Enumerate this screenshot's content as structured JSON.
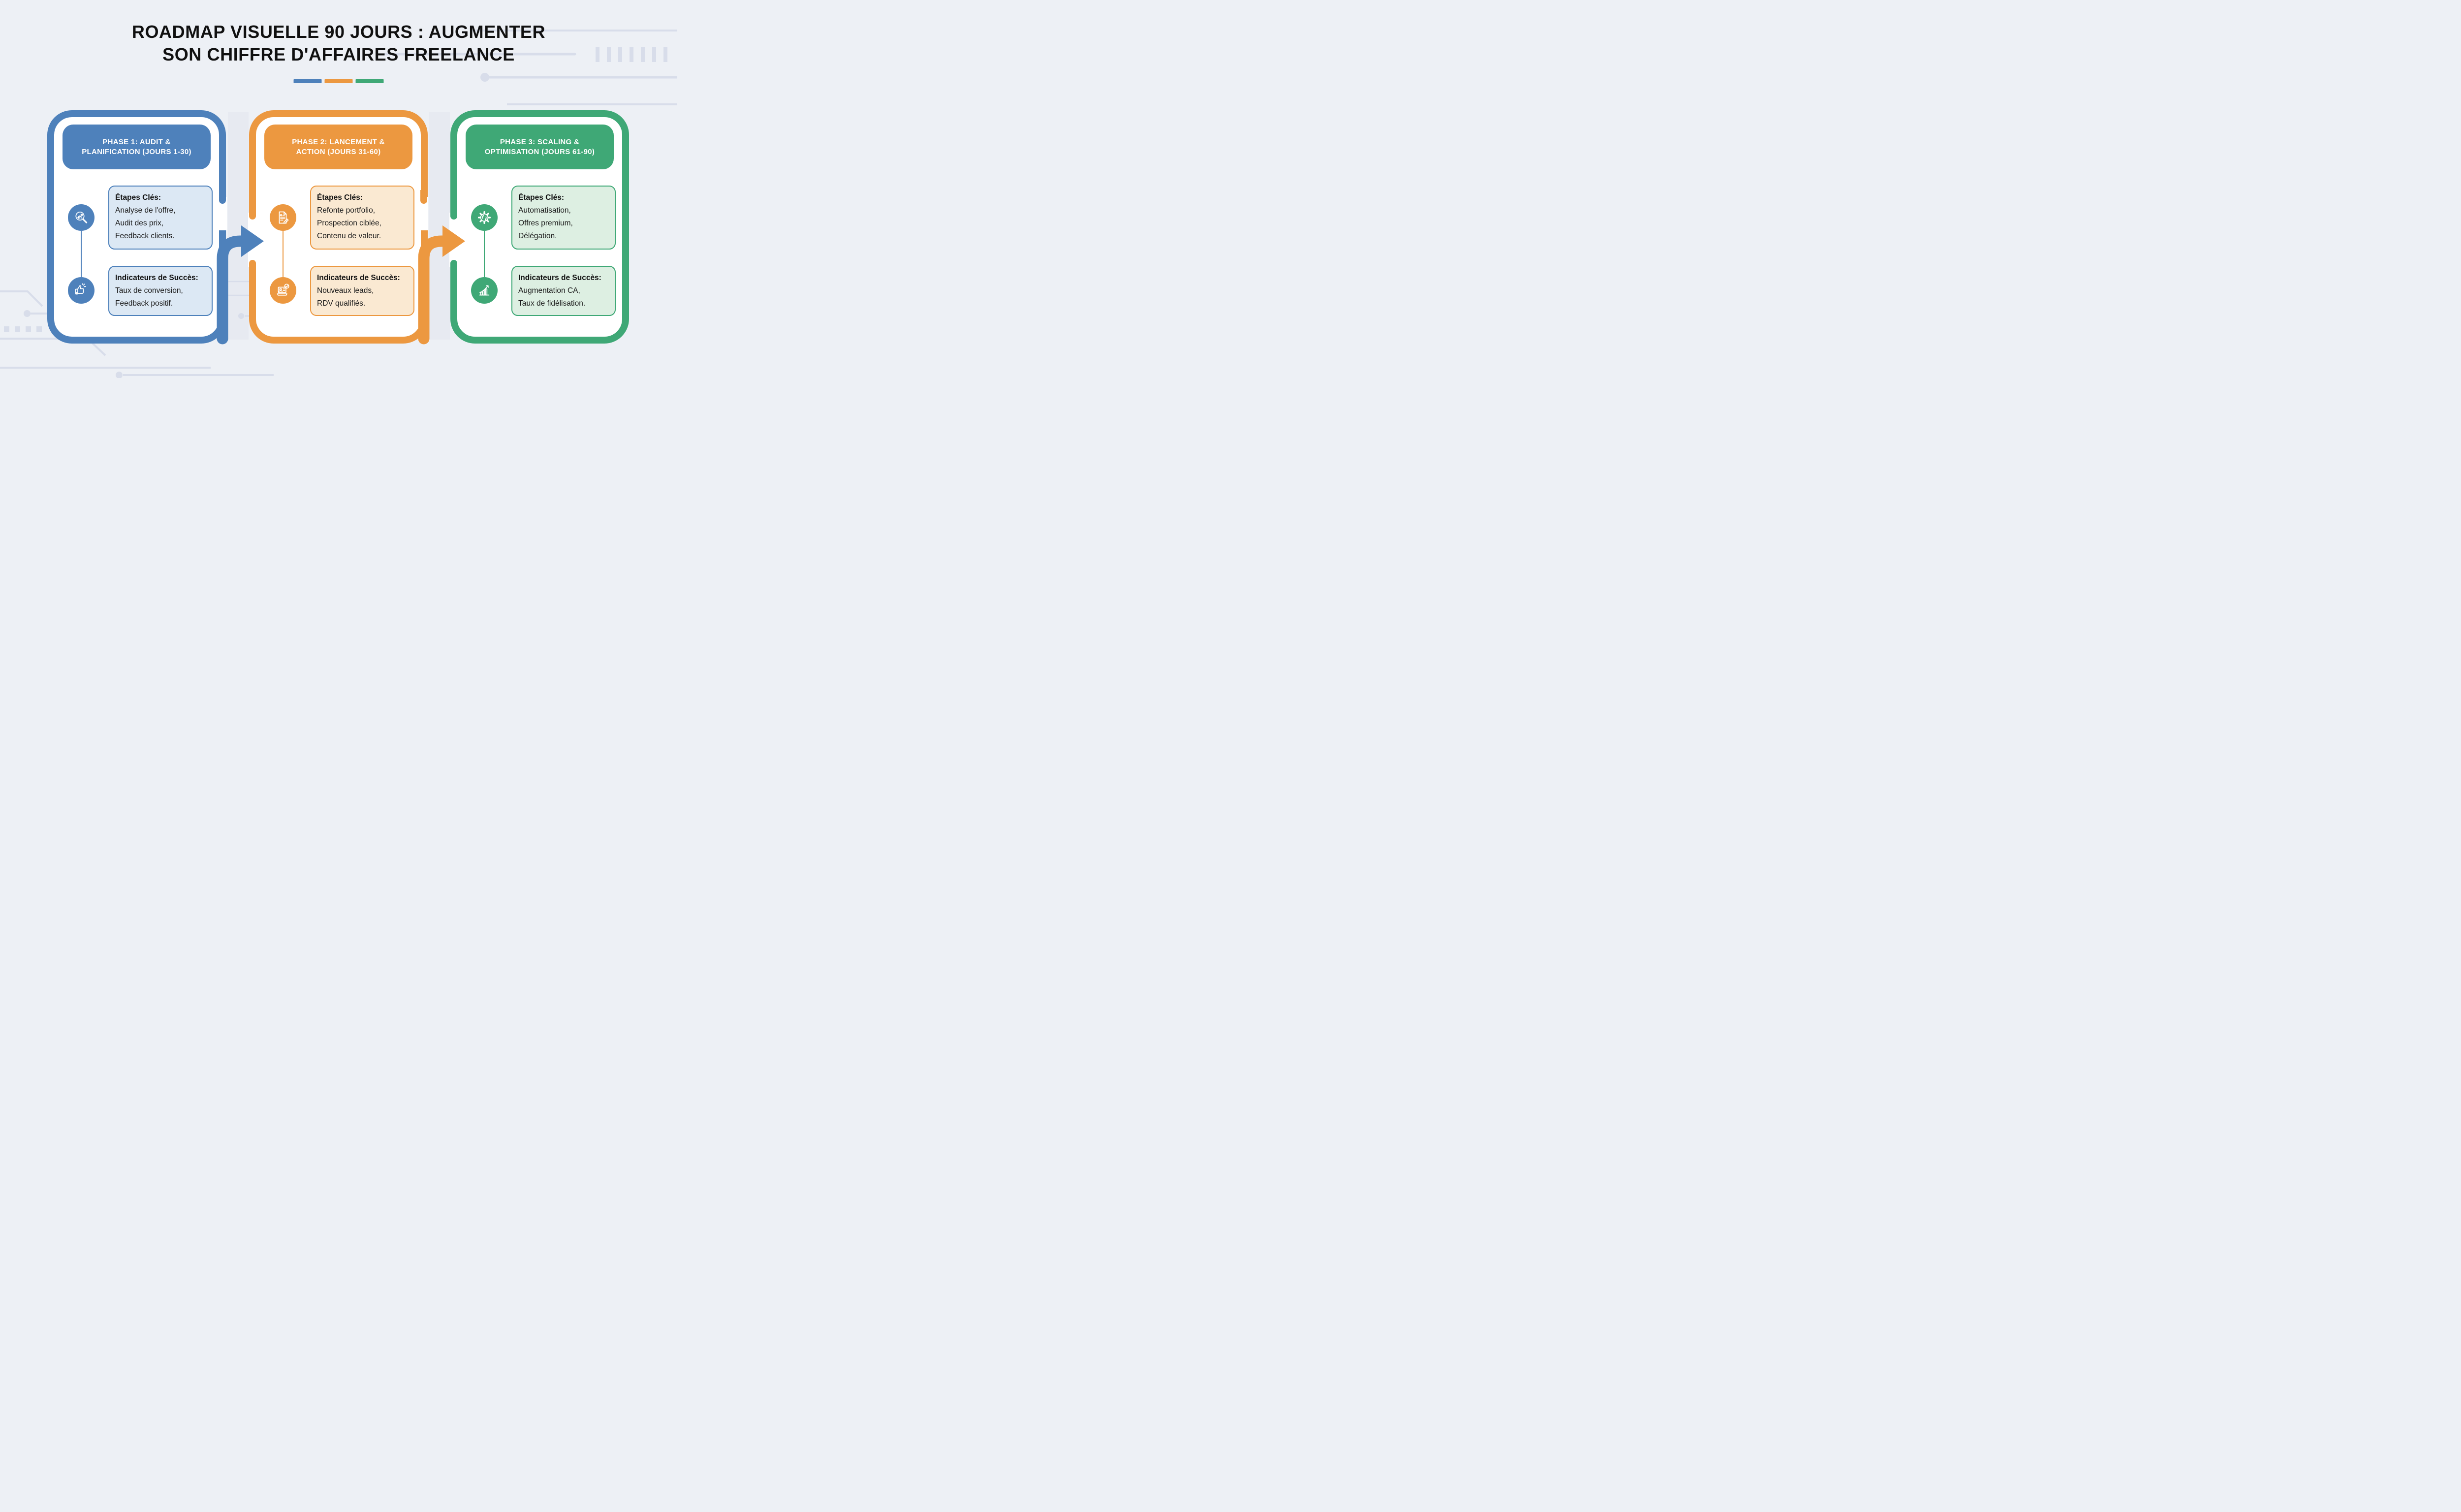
{
  "background": {
    "page": "#EDF0F5",
    "circuit": "#D8DDEA",
    "band": "#E7EAF1"
  },
  "title": {
    "line1": "ROADMAP VISUELLE 90 JOURS : AUGMENTER",
    "line2": "SON CHIFFRE D'AFFAIRES FREELANCE"
  },
  "divider_colors": [
    "#4E81BB",
    "#EC9840",
    "#3FA876"
  ],
  "phases": [
    {
      "name": "Phase 1",
      "color": "#4E81BB",
      "box_fill": "#DCE8F4",
      "header_line1": "PHASE 1: AUDIT &",
      "header_line2": "PLANIFICATION (JOURS 1-30)",
      "steps_title": "Étapes Clés:",
      "steps_lines": [
        "Analyse de l'offre,",
        "Audit des prix,",
        "Feedback clients."
      ],
      "kpi_title": "Indicateurs de Succès:",
      "kpi_lines": [
        "Taux de conversion,",
        "Feedback positif."
      ],
      "icons": [
        "search-chart-icon",
        "thumbs-up-icon"
      ]
    },
    {
      "name": "Phase 2",
      "color": "#EC9840",
      "box_fill": "#FAE9D2",
      "header_line1": "PHASE 2: LANCEMENT &",
      "header_line2": "ACTION (JOURS 31-60)",
      "steps_title": "Étapes Clés:",
      "steps_lines": [
        "Refonte portfolio,",
        "Prospection ciblée,",
        "Contenu de valeur."
      ],
      "kpi_title": "Indicateurs de Succès:",
      "kpi_lines": [
        "Nouveaux leads,",
        "RDV qualifiés."
      ],
      "icons": [
        "document-pencil-icon",
        "laptop-check-icon"
      ]
    },
    {
      "name": "Phase 3",
      "color": "#3FA876",
      "box_fill": "#DDEFE2",
      "header_line1": "PHASE 3: SCALING &",
      "header_line2": "OPTIMISATION (JOURS 61-90)",
      "steps_title": "Étapes Clés:",
      "steps_lines": [
        "Automatisation,",
        "Offres premium,",
        "Délégation."
      ],
      "kpi_title": "Indicateurs de Succès:",
      "kpi_lines": [
        "Augmentation CA,",
        "Taux de fidélisation."
      ],
      "icons": [
        "gear-sync-icon",
        "growth-chart-icon"
      ]
    }
  ]
}
